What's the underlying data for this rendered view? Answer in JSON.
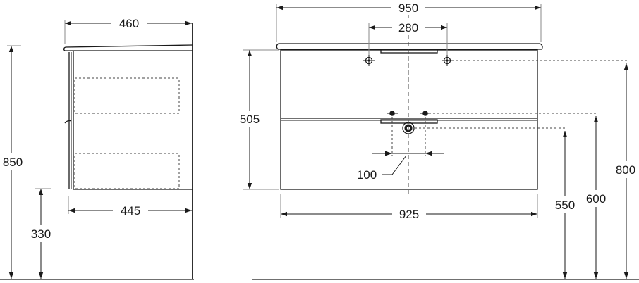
{
  "dimensions": {
    "side_depth_top": "460",
    "side_depth_bottom": "445",
    "side_total_height": "850",
    "side_mount_height": "330",
    "front_top_width": "950",
    "front_tap_spacing": "280",
    "front_cabinet_height": "505",
    "front_drain_offset": "100",
    "front_body_width": "925",
    "front_drain_height": "550",
    "front_tap_height": "600",
    "front_top_height": "800"
  }
}
